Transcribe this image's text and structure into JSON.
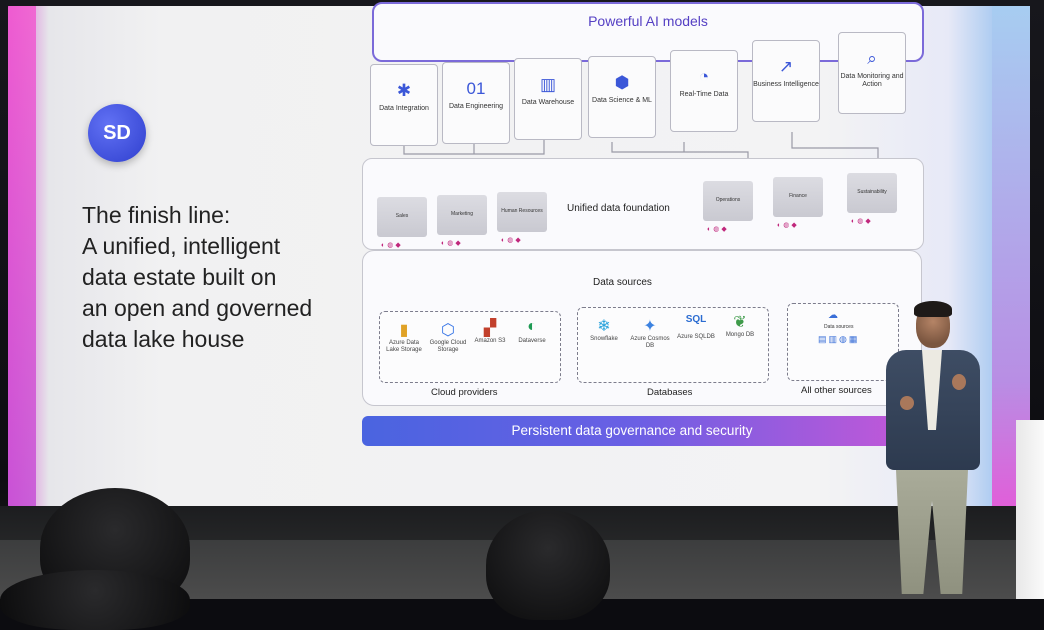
{
  "slide": {
    "logo_glyph": "SD",
    "headline_lines": [
      "The finish line:",
      "A unified, intelligent",
      "data estate built on",
      "an open and governed",
      "data lake house"
    ]
  },
  "diagram": {
    "title": "Powerful AI models",
    "capabilities": [
      {
        "label": "Data Integration",
        "icon": "integration-icon",
        "glyph": "✱"
      },
      {
        "label": "Data Engineering",
        "icon": "binary-icon",
        "glyph": "01"
      },
      {
        "label": "Data Warehouse",
        "icon": "warehouse-icon",
        "glyph": "▥"
      },
      {
        "label": "Data Science & ML",
        "icon": "chip-icon",
        "glyph": "⬢"
      },
      {
        "label": "Real-Time Data",
        "icon": "clock-icon",
        "glyph": "◔"
      },
      {
        "label": "Business Intelligence",
        "icon": "chart-icon",
        "glyph": "↗"
      },
      {
        "label": "Data Monitoring and Action",
        "icon": "search-icon",
        "glyph": "⌕"
      }
    ],
    "foundation": {
      "label": "Unified data foundation",
      "folders": [
        "Sales",
        "Marketing",
        "Human Resources",
        "Operations",
        "Finance",
        "Sustainability"
      ]
    },
    "sources": {
      "label": "Data sources",
      "cloud_providers": {
        "label": "Cloud providers",
        "items": [
          {
            "name": "Azure Data Lake Storage",
            "glyph": "▮",
            "color": "#e0a227"
          },
          {
            "name": "Google Cloud Storage",
            "glyph": "⬡",
            "color": "#3b78e7"
          },
          {
            "name": "Amazon S3",
            "glyph": "▞",
            "color": "#c2402c"
          },
          {
            "name": "Dataverse",
            "glyph": "◐",
            "color": "#1e9a53"
          }
        ]
      },
      "databases": {
        "label": "Databases",
        "items": [
          {
            "name": "Snowflake",
            "glyph": "❄",
            "color": "#2aa3dc"
          },
          {
            "name": "Azure Cosmos DB",
            "glyph": "✦",
            "color": "#3c82e0"
          },
          {
            "name": "Azure SQLDB",
            "glyph": "SQL",
            "color": "#2b6cd1"
          },
          {
            "name": "Mongo DB",
            "glyph": "❦",
            "color": "#3f9b4a"
          }
        ]
      },
      "other": {
        "label": "All other sources",
        "caption": "Data sources"
      }
    },
    "governance": "Persistent data governance and security"
  },
  "colors": {
    "accent_purple": "#5540c4",
    "governance_start": "#4a64e0",
    "governance_end": "#c058d8",
    "side_pink": "#f25bd0"
  }
}
